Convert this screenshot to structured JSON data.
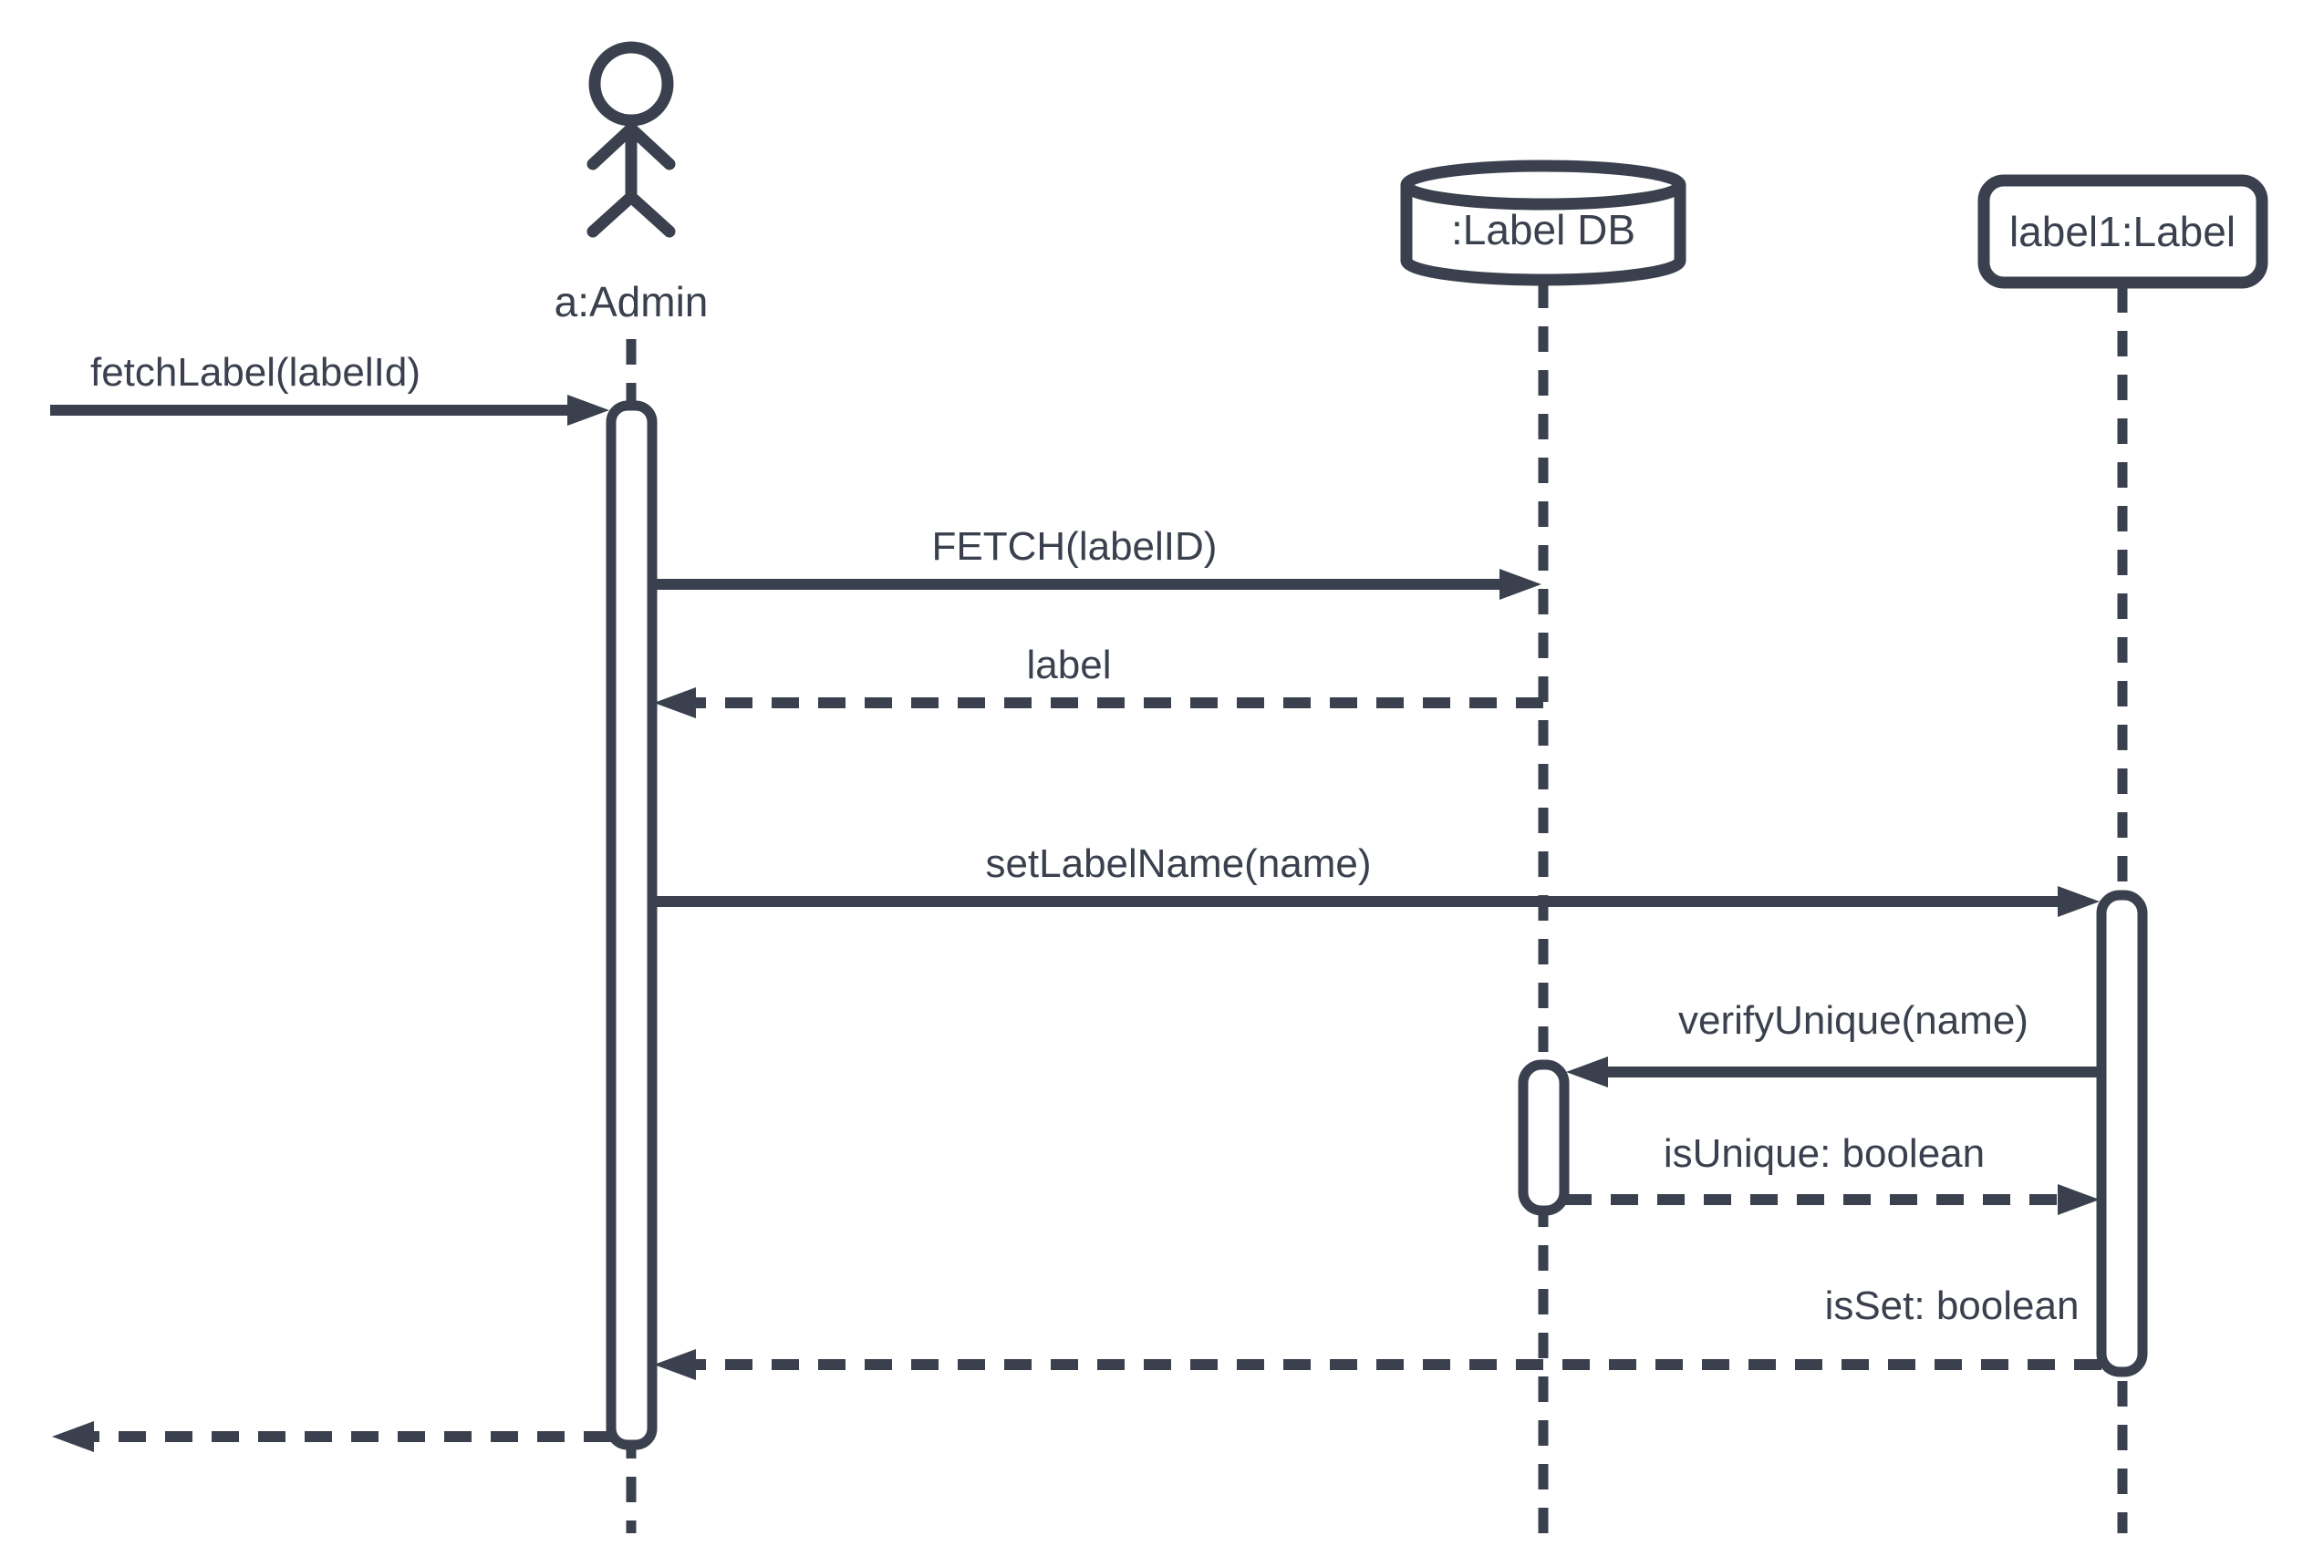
{
  "diagram": {
    "type": "uml-sequence-diagram",
    "colors": {
      "stroke": "#3a404d",
      "background": "#ffffff"
    },
    "participants": [
      {
        "id": "admin",
        "kind": "actor",
        "label": "a:Admin"
      },
      {
        "id": "label-db",
        "kind": "database",
        "label": ":Label DB"
      },
      {
        "id": "label1",
        "kind": "object",
        "label": "label1:Label"
      }
    ],
    "messages": [
      {
        "seq": 1,
        "label": "fetchLabel(labelId)",
        "from": "external",
        "to": "admin",
        "line": "solid"
      },
      {
        "seq": 2,
        "label": "FETCH(labelID)",
        "from": "admin",
        "to": "label-db",
        "line": "solid"
      },
      {
        "seq": 3,
        "label": "label",
        "from": "label-db",
        "to": "admin",
        "line": "dashed"
      },
      {
        "seq": 4,
        "label": "setLabelName(name)",
        "from": "admin",
        "to": "label1",
        "line": "solid"
      },
      {
        "seq": 5,
        "label": "verifyUnique(name)",
        "from": "label1",
        "to": "label-db",
        "line": "solid"
      },
      {
        "seq": 6,
        "label": "isUnique: boolean",
        "from": "label-db",
        "to": "label1",
        "line": "dashed"
      },
      {
        "seq": 7,
        "label": "isSet: boolean",
        "from": "label1",
        "to": "admin",
        "line": "dashed"
      },
      {
        "seq": 8,
        "label": "",
        "from": "admin",
        "to": "external",
        "line": "dashed"
      }
    ],
    "activations": [
      {
        "participant": "admin",
        "from_message": 1,
        "to_message": 8
      },
      {
        "participant": "label1",
        "from_message": 4,
        "to_message": 7
      },
      {
        "participant": "label-db",
        "from_message": 5,
        "to_message": 6
      }
    ]
  }
}
